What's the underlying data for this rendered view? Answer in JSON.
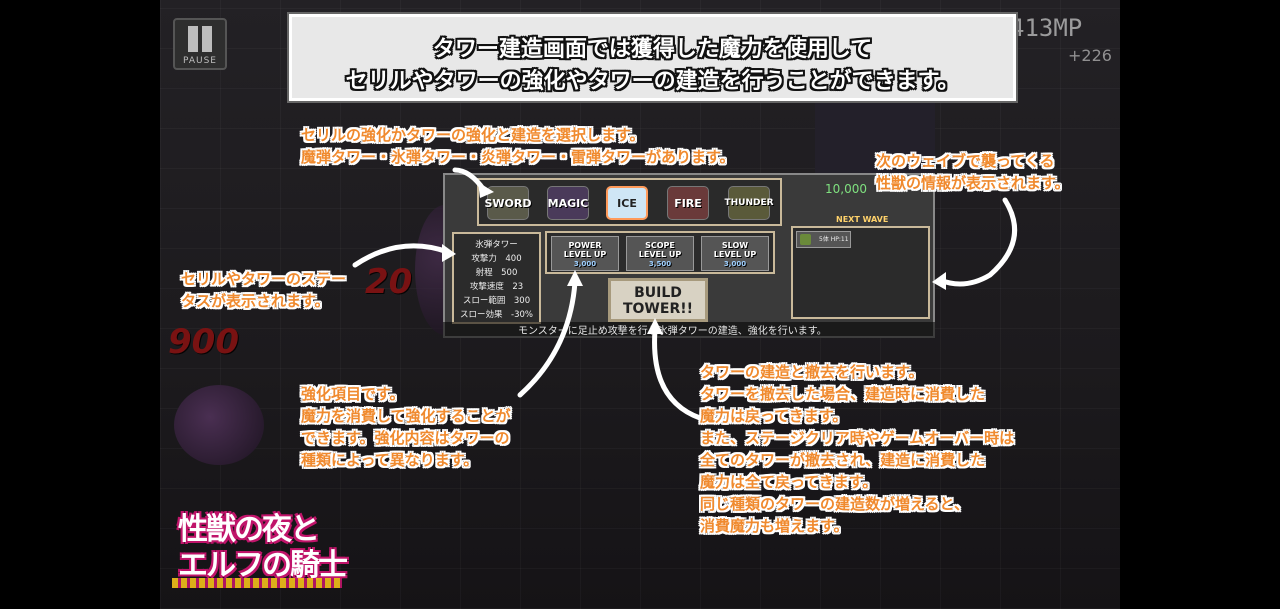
{
  "hud": {
    "pause_label": "PAUSE",
    "mp": "413MP",
    "mp_gain": "+226",
    "damage_1": "20",
    "damage_2": "900"
  },
  "header": {
    "line1": "タワー建造画面では獲得した魔力を使用して",
    "line2": "セリルやタワーの強化やタワーの建造を行うことができます。"
  },
  "panel": {
    "money": "10,000",
    "tabs": [
      {
        "label": "SWORD",
        "color": "#5a5a4a"
      },
      {
        "label": "MAGIC",
        "color": "#4a3a5a"
      },
      {
        "label": "ICE",
        "color": "#cfe6f5"
      },
      {
        "label": "FIRE",
        "color": "#6a3a3a"
      },
      {
        "label": "THUNDER",
        "color": "#5a5a3a"
      }
    ],
    "stats": {
      "title": "氷弾タワー",
      "attack": "攻撃力　400",
      "range": "射程　500",
      "speed": "攻撃速度　23",
      "slow_range": "スロー範囲　300",
      "slow_effect": "スロー効果　-30%"
    },
    "upgrades": [
      {
        "label1": "POWER",
        "label2": "LEVEL UP",
        "cost": "3,000"
      },
      {
        "label1": "SCOPE",
        "label2": "LEVEL UP",
        "cost": "3,500"
      },
      {
        "label1": "SLOW",
        "label2": "LEVEL UP",
        "cost": "3,000"
      }
    ],
    "build_line1": "BUILD",
    "build_line2": "TOWER!!",
    "next_wave_label": "NEXT WAVE",
    "next_wave_item": "5体 HP:11",
    "bottom_text": "モンスターに足止め攻撃を行う氷弾タワーの建造、強化を行います。"
  },
  "callouts": {
    "tabs": [
      "セリルの強化かタワーの強化と建造を選択します。",
      "魔弾タワー・氷弾タワー・炎弾タワー・雷弾タワーがあります。"
    ],
    "next_wave": [
      "次のウェイブで襲ってくる",
      "性獣の情報が表示されます。"
    ],
    "status": [
      "セリルやタワーのステー",
      "タスが表示されます。"
    ],
    "upgrade": [
      "強化項目です。",
      "魔力を消費して強化することが",
      "できます。強化内容はタワーの",
      "種類によって異なります。"
    ],
    "build": [
      "タワーの建造と撤去を行います。",
      "タワーを撤去した場合、建造時に消費した",
      "魔力は戻ってきます。",
      "また、ステージクリア時やゲームオーバー時は",
      "全てのタワーが撤去され、建造に消費した",
      "魔力は全て戻ってきます。",
      "同じ種類のタワーの建造数が増えると、",
      "消費魔力も増えます。"
    ]
  },
  "logo": {
    "line1": "性獣の夜と",
    "line2": "エルフの騎士"
  },
  "colors": {
    "callout_text": "#f08a2e",
    "accent_active_tab": "#ff9a5a"
  }
}
